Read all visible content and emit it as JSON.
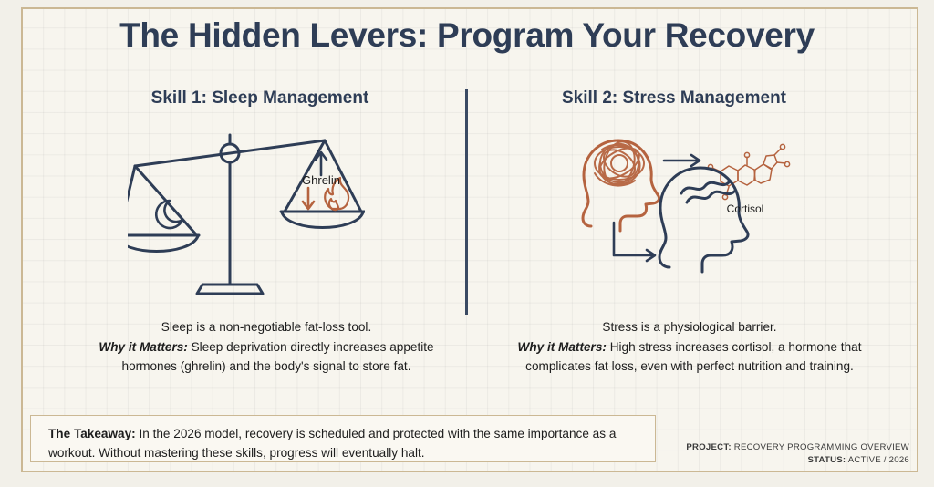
{
  "page": {
    "title": "The Hidden Levers: Program Your Recovery",
    "accent_navy": "#2e3d56",
    "accent_rust": "#b5633f",
    "frame_border": "#cbb894",
    "paper_bg": "#f7f5ee"
  },
  "columns": [
    {
      "heading": "Skill 1: Sleep Management",
      "illustration": "balance-scale",
      "labels": {
        "ghrelin": "Ghrelin"
      },
      "lead": "Sleep is a non-negotiable fat-loss tool.",
      "why_label": "Why it Matters:",
      "why_text": " Sleep deprivation directly increases appetite hormones (ghrelin) and the body's signal to store fat."
    },
    {
      "heading": "Skill 2: Stress Management",
      "illustration": "stressed-head-cortisol",
      "labels": {
        "cortisol": "Cortisol"
      },
      "lead": "Stress is a physiological barrier.",
      "why_label": "Why it Matters:",
      "why_text": " High stress increases cortisol, a hormone that complicates fat loss, even with perfect nutrition and training."
    }
  ],
  "takeaway": {
    "label": "The Takeaway:",
    "text": " In the 2026 model, recovery is scheduled and protected with the same importance as a workout. Without mastering these skills, progress will eventually halt."
  },
  "meta": {
    "project_label": "PROJECT:",
    "project_value": " RECOVERY PROGRAMMING OVERVIEW",
    "status_label": "STATUS:",
    "status_value": " ACTIVE / 2026"
  }
}
